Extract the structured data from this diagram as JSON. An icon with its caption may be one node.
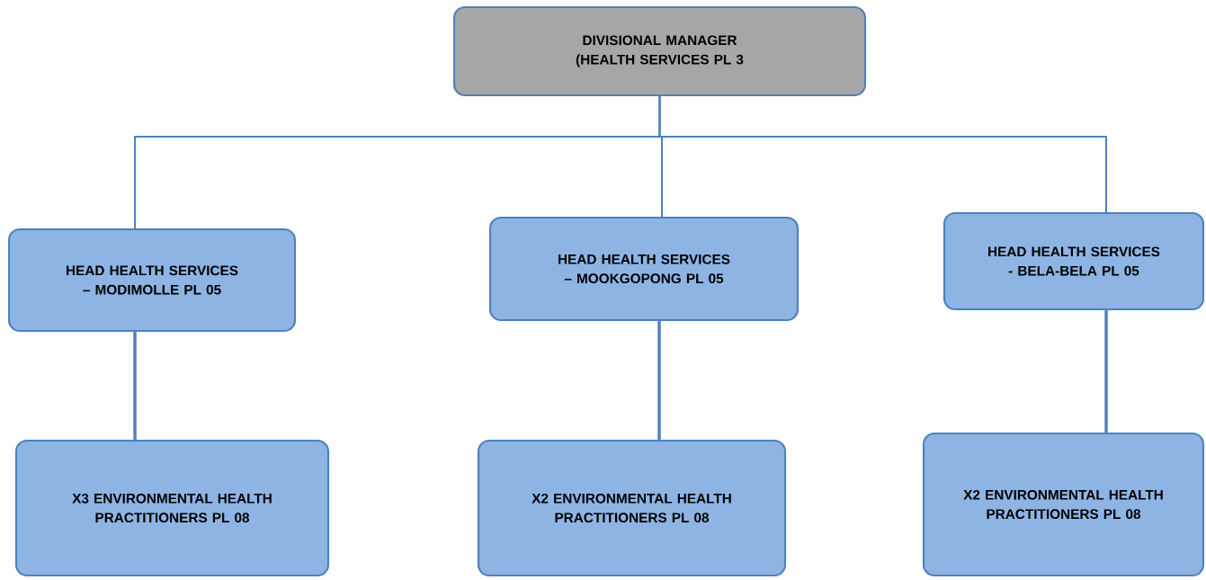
{
  "diagram": {
    "nodes": [
      {
        "text": [
          "DIVISIONAL MANAGER (HEALTH SERVICES PL 3"
        ]
      },
      {
        "text": [
          "HEAD HEALTH SERVICES – MODIMOLLE PL 05"
        ]
      },
      {
        "text": [
          "HEAD HEALTH SERVICES – MOOKGOPONG PL 05"
        ]
      },
      {
        "text": [
          "HEAD HEALTH SERVICES - BELA-BELA PL 05"
        ]
      },
      {
        "text": [
          "X3 ENVIRONMENTAL HEALTH PRACTITIONERS PL 08"
        ]
      },
      {
        "text": [
          "X2 ENVIRONMENTAL HEALTH PRACTITIONERS PL 08"
        ]
      },
      {
        "text": [
          "X2 ENVIRONMENTAL HEALTH PRACTITIONERS PL 08"
        ]
      }
    ],
    "edges": [
      {
        "from": 0,
        "to": 1,
        "arrow": "none"
      },
      {
        "from": 0,
        "to": 2,
        "arrow": "none"
      },
      {
        "from": 0,
        "to": 3,
        "arrow": "none"
      },
      {
        "from": 1,
        "to": 4,
        "arrow": "none"
      },
      {
        "from": 2,
        "to": 5,
        "arrow": "none"
      },
      {
        "from": 3,
        "to": 6,
        "arrow": "none"
      }
    ]
  }
}
